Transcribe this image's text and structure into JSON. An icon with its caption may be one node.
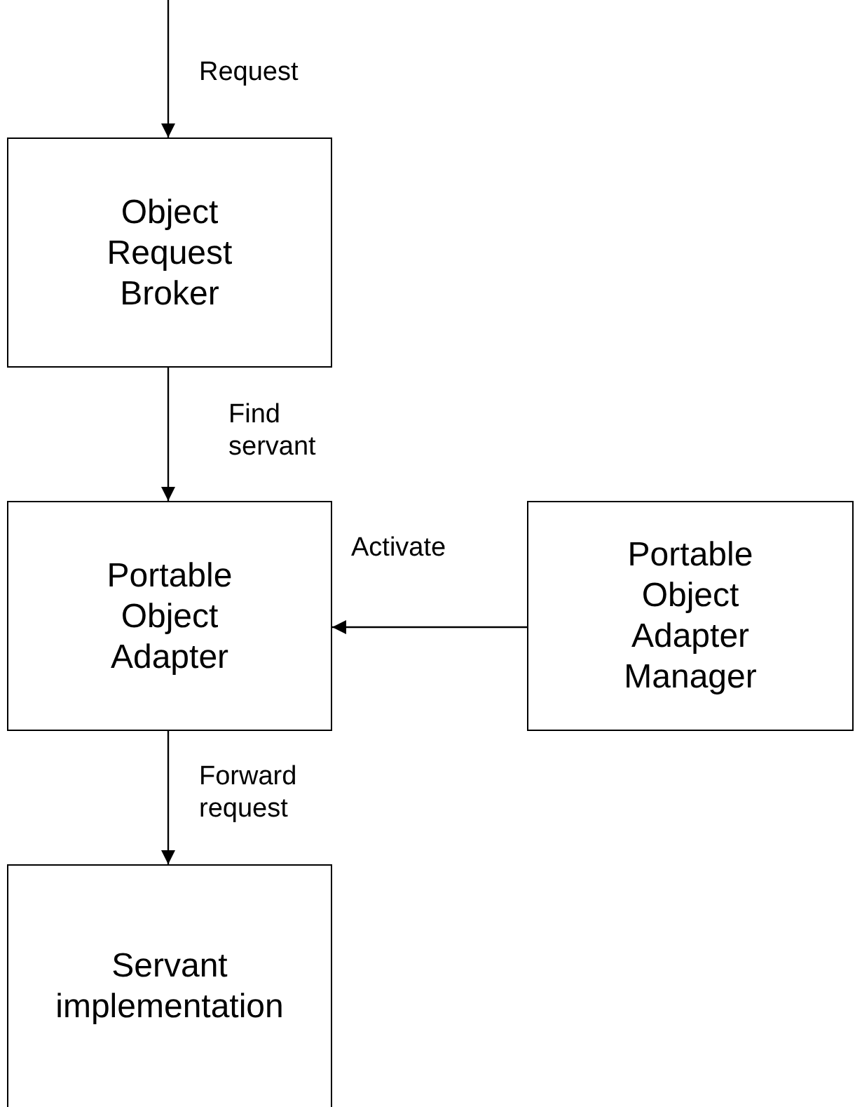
{
  "diagram": {
    "nodes": [
      {
        "text": [
          "Object Request Broker"
        ]
      },
      {
        "text": [
          "Portable Object Adapter"
        ]
      },
      {
        "text": [
          "Portable Object Adapter Manager"
        ]
      },
      {
        "text": [
          "Servant implementation"
        ]
      }
    ],
    "edges": [
      {
        "from": null,
        "to": 0,
        "arrow": "to",
        "label": "Request"
      },
      {
        "from": 0,
        "to": 1,
        "arrow": "to",
        "label": "Find servant"
      },
      {
        "from": 2,
        "to": 1,
        "arrow": "to",
        "label": "Activate"
      },
      {
        "from": 1,
        "to": 3,
        "arrow": "to",
        "label": "Forward request"
      }
    ]
  }
}
